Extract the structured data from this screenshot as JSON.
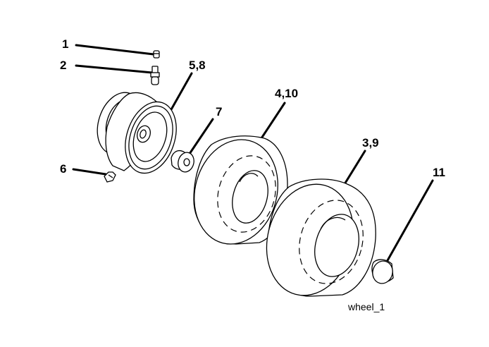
{
  "figure_id": "wheel_1",
  "callouts": {
    "c1": "1",
    "c2": "2",
    "c58": "5,8",
    "c7": "7",
    "c410": "4,10",
    "c6": "6",
    "c39": "3,9",
    "c11": "11"
  }
}
